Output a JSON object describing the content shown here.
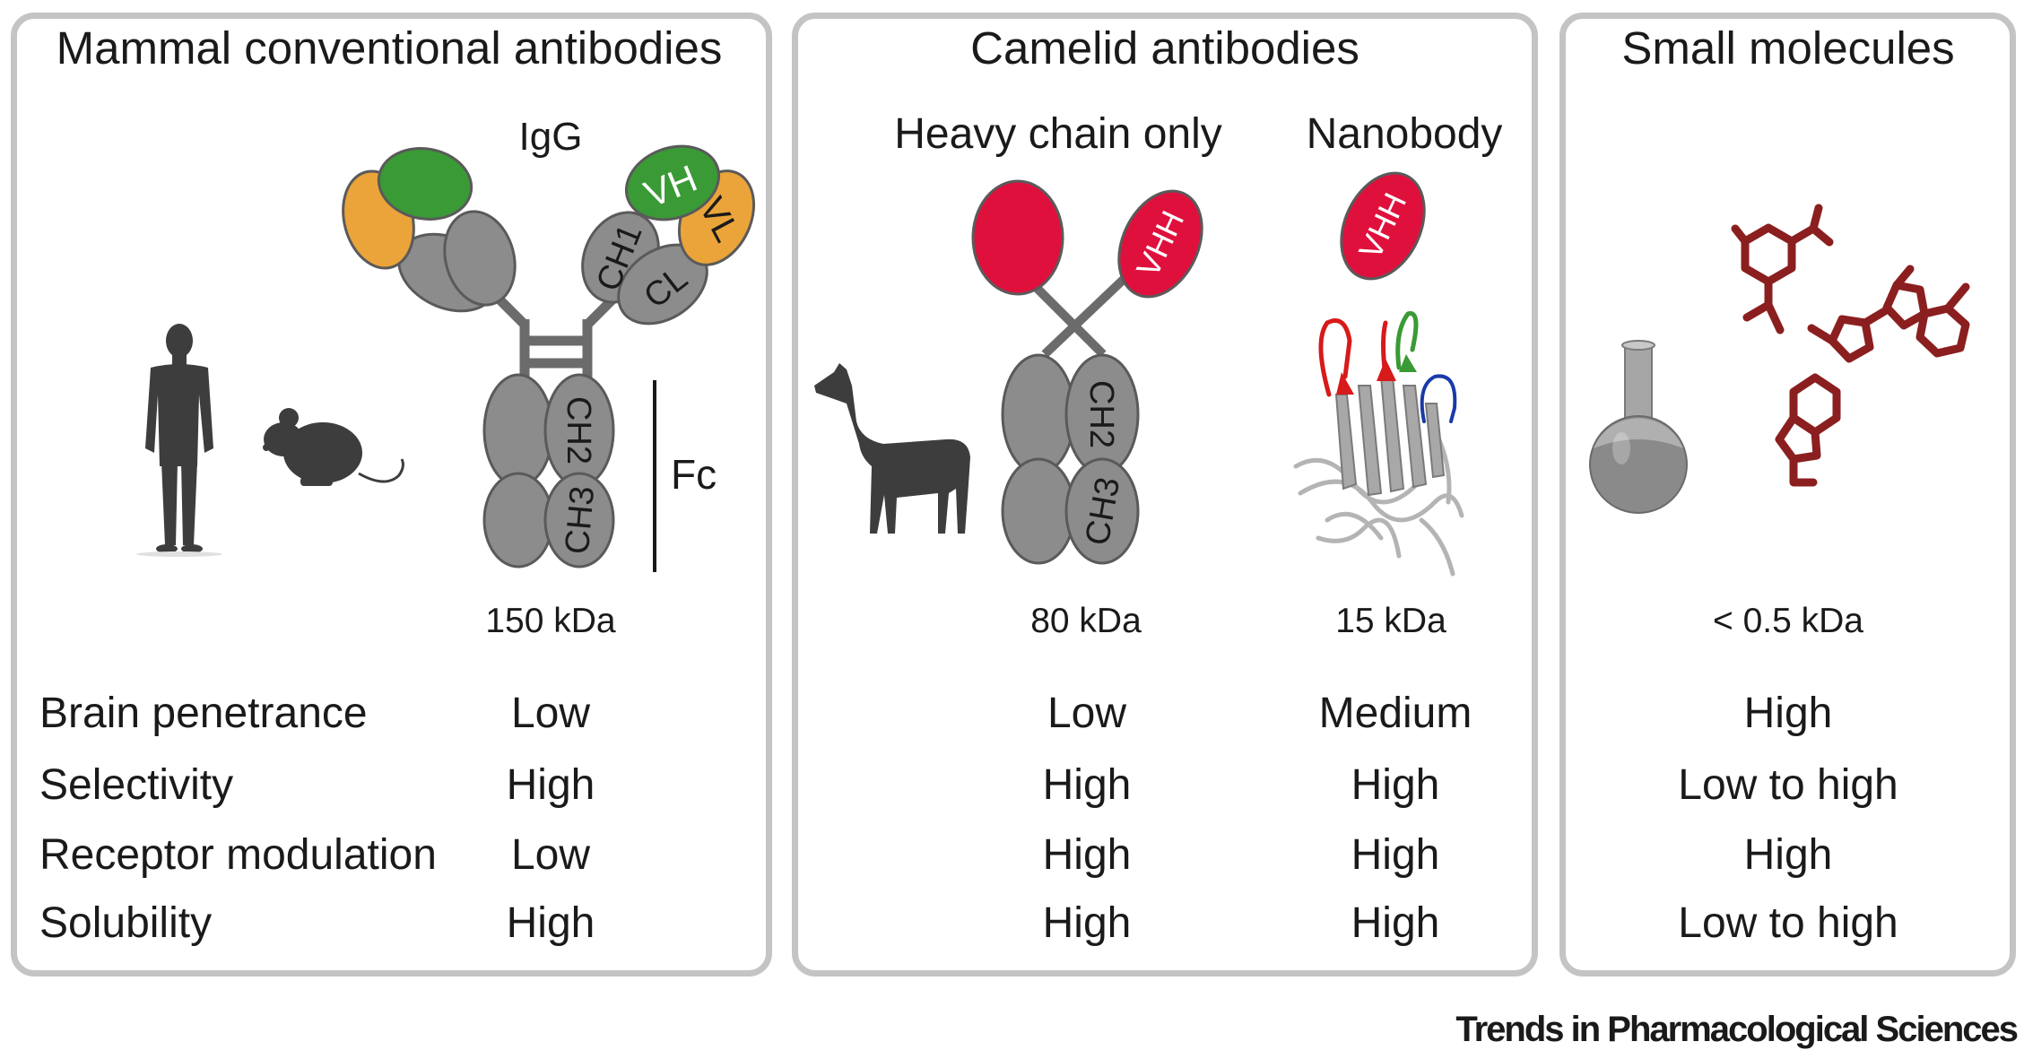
{
  "panels": {
    "mammal": {
      "title": "Mammal conventional antibodies",
      "subtitle": "IgG",
      "domains": {
        "vh": "VH",
        "vl": "VL",
        "ch1": "CH1",
        "cl": "CL",
        "ch2": "CH2",
        "ch3": "CH3",
        "fc": "Fc"
      },
      "size": "150 kDa",
      "values": {
        "brain_penetrance": "Low",
        "selectivity": "High",
        "receptor_modulation": "Low",
        "solubility": "High"
      }
    },
    "camelid": {
      "title": "Camelid antibodies",
      "heavy_chain": {
        "subtitle": "Heavy chain only",
        "domains": {
          "vhh": "VHH",
          "ch2": "CH2",
          "ch3": "CH3"
        },
        "size": "80 kDa",
        "values": {
          "brain_penetrance": "Low",
          "selectivity": "High",
          "receptor_modulation": "High",
          "solubility": "High"
        }
      },
      "nanobody": {
        "subtitle": "Nanobody",
        "domains": {
          "vhh": "VHH"
        },
        "size": "15 kDa",
        "values": {
          "brain_penetrance": "Medium",
          "selectivity": "High",
          "receptor_modulation": "High",
          "solubility": "High"
        }
      }
    },
    "small": {
      "title": "Small molecules",
      "size": "< 0.5 kDa",
      "values": {
        "brain_penetrance": "High",
        "selectivity": "Low to high",
        "receptor_modulation": "High",
        "solubility": "Low to high"
      }
    }
  },
  "row_labels": {
    "brain_penetrance": "Brain penetrance",
    "selectivity": "Selectivity",
    "receptor_modulation": "Receptor modulation",
    "solubility": "Solubility"
  },
  "colors": {
    "panel_border": "#c4c4c4",
    "domain_gray": "#8c8c8c",
    "vh_green": "#3a9a35",
    "vl_orange": "#eba43a",
    "vhh_red": "#e0103c",
    "molecule_red": "#8b1f1f",
    "silhouette": "#3d3d3d"
  },
  "icons": [
    "human-silhouette-icon",
    "mouse-silhouette-icon",
    "llama-silhouette-icon",
    "nanobody-ribbon-structure",
    "round-bottom-flask-icon",
    "chemical-structure-icons"
  ],
  "footer": "Trends in Pharmacological Sciences"
}
